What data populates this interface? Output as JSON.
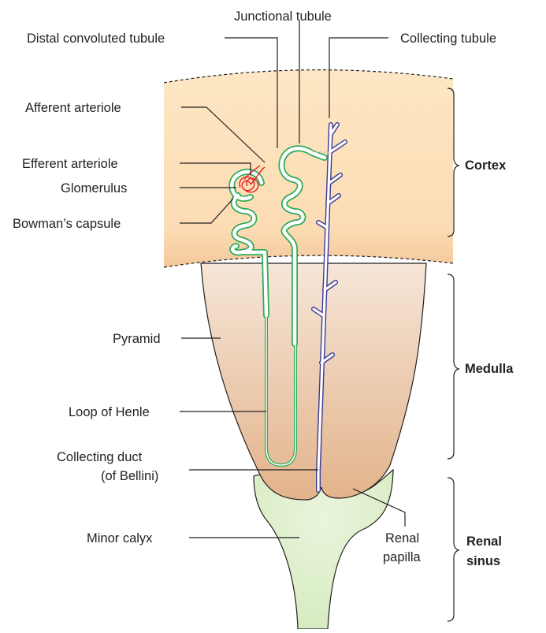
{
  "labels": {
    "junctional_tubule": "Junctional tubule",
    "distal_convoluted_tubule": "Distal convoluted tubule",
    "collecting_tubule": "Collecting tubule",
    "afferent_arteriole": "Afferent arteriole",
    "efferent_arteriole": "Efferent arteriole",
    "glomerulus": "Glomerulus",
    "bowmans_capsule": "Bowman’s capsule",
    "pyramid": "Pyramid",
    "loop_of_henle": "Loop of Henle",
    "collecting_duct_line1": "Collecting duct",
    "collecting_duct_line2": "(of Bellini)",
    "minor_calyx": "Minor calyx",
    "renal_papilla_line1": "Renal",
    "renal_papilla_line2": "papilla"
  },
  "regions": {
    "cortex": "Cortex",
    "medulla": "Medulla",
    "renal_sinus_line1": "Renal",
    "renal_sinus_line2": "sinus"
  },
  "colors": {
    "cortex_fill": "#fde3bb",
    "medulla_top": "#f6e3d3",
    "medulla_bottom": "#e4b48c",
    "calyx_fill": "#deefc9",
    "nephron_tubule": "#2eab5a",
    "collecting_duct": "#3c3a95",
    "arteriole": "#e02020"
  }
}
